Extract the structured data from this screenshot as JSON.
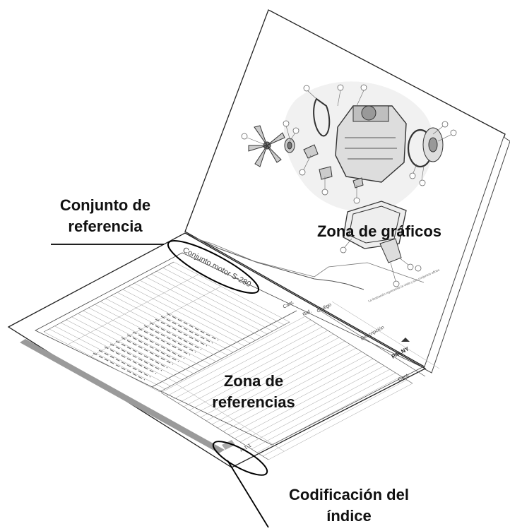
{
  "callouts": {
    "reference_set": {
      "line1": "Conjunto de",
      "line2": "referencia"
    },
    "graphics_zone": "Zona de gráficos",
    "references_zone": {
      "line1": "Zona de",
      "line2": "referencias"
    },
    "index_coding": {
      "line1": "Codificación del",
      "line2": "índice"
    }
  },
  "document": {
    "sheet_title": "Conjunto motor S-280",
    "ref_header": "Ref.",
    "code_header": "Código",
    "description_header": "Descripción",
    "quantity_header": "Cant.",
    "brand_logo": "PALNY",
    "index_code": "A-1-1",
    "footnote": "La ilustración representa la vista y sus conjuntos afines"
  },
  "colors": {
    "ink": "#111111",
    "paper": "#ffffff",
    "rule": "#8a8a8a",
    "band": "#9a9a9a"
  }
}
